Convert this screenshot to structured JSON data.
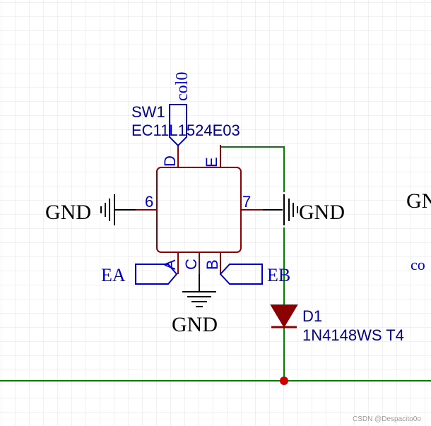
{
  "colors": {
    "grid": "#e3e3e3",
    "body_outline": "#8b0000",
    "pin": "#8b0000",
    "wire": "#008000",
    "power": "#000000",
    "port": "#0000cc",
    "designator": "#00008b",
    "junction": "#cc0000"
  },
  "switch": {
    "designator": "SW1",
    "part_number": "EC11L1524E03",
    "pins": {
      "d": "D",
      "e": "E",
      "p6": "6",
      "p7": "7",
      "a": "A",
      "c": "C",
      "b": "B"
    }
  },
  "diode": {
    "designator": "D1",
    "part_number": "1N4148WS T4"
  },
  "net_ports": {
    "top": "col0",
    "left": "EA",
    "right": "EB",
    "clipped_right": "co"
  },
  "power_labels": {
    "left": "GND",
    "right": "GND",
    "bottom": "GND",
    "clipped_right": "GN"
  },
  "watermark": "CSDN @Despacito0o"
}
